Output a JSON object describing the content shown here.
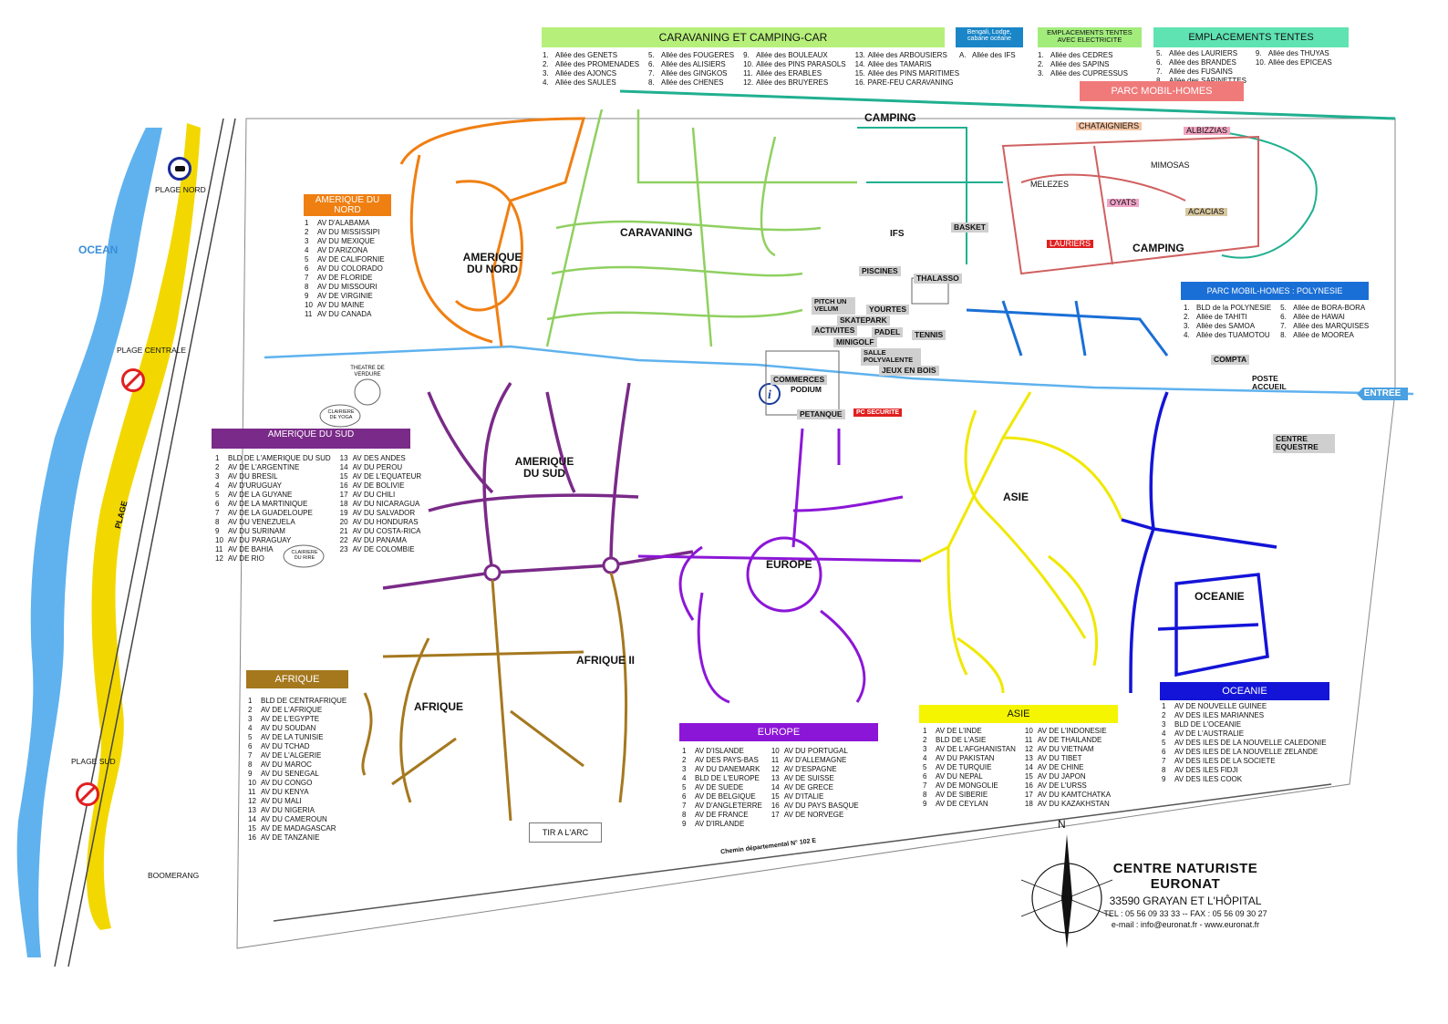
{
  "headers": {
    "caravaning_title": "CARAVANING ET CAMPING-CAR",
    "bengali_title": "Bengali, Lodge, cabane océane",
    "tentes_elec_title": "EMPLACEMENTS TENTES AVEC ELECTRICITE",
    "tentes_title": "EMPLACEMENTS TENTES",
    "parc_mobil_title": "PARC MOBIL-HOMES",
    "polynesie_title": "PARC MOBIL-HOMES : POLYNESIE"
  },
  "lists": {
    "caravaning": [
      [
        "1.",
        "Allée des GENETS"
      ],
      [
        "2.",
        "Allée des PROMENADES"
      ],
      [
        "3.",
        "Allée des AJONCS"
      ],
      [
        "4.",
        "Allée des SAULES"
      ],
      [
        "5.",
        "Allée des FOUGERES"
      ],
      [
        "6.",
        "Allée des ALISIERS"
      ],
      [
        "7.",
        "Allée des GINGKOS"
      ],
      [
        "8.",
        "Allée des CHENES"
      ],
      [
        "9.",
        "Allée des BOULEAUX"
      ],
      [
        "10.",
        "Allée des PINS PARASOLS"
      ],
      [
        "11.",
        "Allée des ERABLES"
      ],
      [
        "12.",
        "Allée des BRUYERES"
      ],
      [
        "13.",
        "Allée des ARBOUSIERS"
      ],
      [
        "14.",
        "Allée des TAMARIS"
      ],
      [
        "15.",
        "Allée des PINS MARITIMES"
      ],
      [
        "16.",
        "PARE-FEU CARAVANING"
      ]
    ],
    "bengali": [
      [
        "A.",
        "Allée des IFS"
      ]
    ],
    "tentes_elec": [
      [
        "1.",
        "Allée des CEDRES"
      ],
      [
        "2.",
        "Allée des SAPINS"
      ],
      [
        "3.",
        "Allée des CUPRESSUS"
      ]
    ],
    "tentes": [
      [
        "5.",
        "Allée des LAURIERS"
      ],
      [
        "6.",
        "Allée des BRANDES"
      ],
      [
        "7.",
        "Allée des FUSAINS"
      ],
      [
        "8.",
        "Allée des SAPINETTES"
      ],
      [
        "9.",
        "Allée des THUYAS"
      ],
      [
        "10.",
        "Allée des EPICEAS"
      ]
    ],
    "polynesie": [
      [
        "1.",
        "BLD de la POLYNESIE"
      ],
      [
        "2.",
        "Allée de TAHITI"
      ],
      [
        "3.",
        "Allée des SAMOA"
      ],
      [
        "4.",
        "Allée des TUAMOTOU"
      ],
      [
        "5.",
        "Allée de BORA-BORA"
      ],
      [
        "6.",
        "Allée de HAWAI"
      ],
      [
        "7.",
        "Allée des MARQUISES"
      ],
      [
        "8.",
        "Allée de MOOREA"
      ]
    ],
    "amerique_nord": [
      [
        "1",
        "AV D'ALABAMA"
      ],
      [
        "2",
        "AV DU MISSISSIPI"
      ],
      [
        "3",
        "AV DU MEXIQUE"
      ],
      [
        "4",
        "AV D'ARIZONA"
      ],
      [
        "5",
        "AV DE CALIFORNIE"
      ],
      [
        "6",
        "AV DU COLORADO"
      ],
      [
        "7",
        "AV DE FLORIDE"
      ],
      [
        "8",
        "AV DU MISSOURI"
      ],
      [
        "9",
        "AV DE VIRGINIE"
      ],
      [
        "10",
        "AV DU MAINE"
      ],
      [
        "11",
        "AV DU CANADA"
      ]
    ],
    "amerique_sud": [
      [
        "1",
        "BLD DE L'AMERIQUE DU SUD"
      ],
      [
        "2",
        "AV DE L'ARGENTINE"
      ],
      [
        "3",
        "AV DU BRESIL"
      ],
      [
        "4",
        "AV D'URUGUAY"
      ],
      [
        "5",
        "AV DE LA GUYANE"
      ],
      [
        "6",
        "AV DE LA MARTINIQUE"
      ],
      [
        "7",
        "AV DE LA GUADELOUPE"
      ],
      [
        "8",
        "AV DU VENEZUELA"
      ],
      [
        "9",
        "AV DU SURINAM"
      ],
      [
        "10",
        "AV DU PARAGUAY"
      ],
      [
        "11",
        "AV DE BAHIA"
      ],
      [
        "12",
        "AV DE RIO"
      ],
      [
        "13",
        "AV DES ANDES"
      ],
      [
        "14",
        "AV DU PEROU"
      ],
      [
        "15",
        "AV DE L'EQUATEUR"
      ],
      [
        "16",
        "AV DE BOLIVIE"
      ],
      [
        "17",
        "AV DU CHILI"
      ],
      [
        "18",
        "AV DU NICARAGUA"
      ],
      [
        "19",
        "AV DU SALVADOR"
      ],
      [
        "20",
        "AV DU HONDURAS"
      ],
      [
        "21",
        "AV DU COSTA-RICA"
      ],
      [
        "22",
        "AV DU PANAMA"
      ],
      [
        "23",
        "AV DE COLOMBIE"
      ]
    ],
    "afrique": [
      [
        "1",
        "BLD DE CENTRAFRIQUE"
      ],
      [
        "2",
        "AV DE L'AFRIQUE"
      ],
      [
        "3",
        "AV DE L'EGYPTE"
      ],
      [
        "4",
        "AV DU SOUDAN"
      ],
      [
        "5",
        "AV DE LA TUNISIE"
      ],
      [
        "6",
        "AV DU TCHAD"
      ],
      [
        "7",
        "AV DE L'ALGERIE"
      ],
      [
        "8",
        "AV DU MAROC"
      ],
      [
        "9",
        "AV DU SENEGAL"
      ],
      [
        "10",
        "AV DU CONGO"
      ],
      [
        "11",
        "AV DU KENYA"
      ],
      [
        "12",
        "AV DU MALI"
      ],
      [
        "13",
        "AV DU NIGERIA"
      ],
      [
        "14",
        "AV DU CAMEROUN"
      ],
      [
        "15",
        "AV DE MADAGASCAR"
      ],
      [
        "16",
        "AV DE TANZANIE"
      ]
    ],
    "europe": [
      [
        "1",
        "AV D'ISLANDE"
      ],
      [
        "2",
        "AV DES PAYS-BAS"
      ],
      [
        "3",
        "AV DU DANEMARK"
      ],
      [
        "4",
        "BLD DE L'EUROPE"
      ],
      [
        "5",
        "AV DE SUEDE"
      ],
      [
        "6",
        "AV DE BELGIQUE"
      ],
      [
        "7",
        "AV D'ANGLETERRE"
      ],
      [
        "8",
        "AV DE FRANCE"
      ],
      [
        "9",
        "AV D'IRLANDE"
      ],
      [
        "10",
        "AV DU PORTUGAL"
      ],
      [
        "11",
        "AV D'ALLEMAGNE"
      ],
      [
        "12",
        "AV D'ESPAGNE"
      ],
      [
        "13",
        "AV DE SUISSE"
      ],
      [
        "14",
        "AV DE GRECE"
      ],
      [
        "15",
        "AV D'ITALIE"
      ],
      [
        "16",
        "AV DU PAYS BASQUE"
      ],
      [
        "17",
        "AV DE NORVEGE"
      ]
    ],
    "asie": [
      [
        "1",
        "AV DE L'INDE"
      ],
      [
        "2",
        "BLD DE L'ASIE"
      ],
      [
        "3",
        "AV DE L'AFGHANISTAN"
      ],
      [
        "4",
        "AV DU PAKISTAN"
      ],
      [
        "5",
        "AV DE TURQUIE"
      ],
      [
        "6",
        "AV DU NEPAL"
      ],
      [
        "7",
        "AV DE MONGOLIE"
      ],
      [
        "8",
        "AV DE SIBERIE"
      ],
      [
        "9",
        "AV DE CEYLAN"
      ],
      [
        "10",
        "AV DE L'INDONESIE"
      ],
      [
        "11",
        "AV DE THAILANDE"
      ],
      [
        "12",
        "AV DU VIETNAM"
      ],
      [
        "13",
        "AV DU TIBET"
      ],
      [
        "14",
        "AV DE CHINE"
      ],
      [
        "15",
        "AV DU JAPON"
      ],
      [
        "16",
        "AV DE L'URSS"
      ],
      [
        "17",
        "AV DU KAMTCHATKA"
      ],
      [
        "18",
        "AV DU KAZAKHSTAN"
      ]
    ],
    "oceanie": [
      [
        "1",
        "AV DE NOUVELLE GUINEE"
      ],
      [
        "2",
        "AV DES ILES MARIANNES"
      ],
      [
        "3",
        "BLD DE L'OCEANIE"
      ],
      [
        "4",
        "AV DE L'AUSTRALIE"
      ],
      [
        "5",
        "AV DES ILES DE LA NOUVELLE CALEDONIE"
      ],
      [
        "6",
        "AV DES ILES DE LA NOUVELLE ZELANDE"
      ],
      [
        "7",
        "AV DES ILES DE LA SOCIETE"
      ],
      [
        "8",
        "AV DES ILES FIDJI"
      ],
      [
        "9",
        "AV DES ILES COOK"
      ]
    ]
  },
  "zone_headers": {
    "amerique_nord": "AMERIQUE DU NORD",
    "amerique_sud": "AMERIQUE DU SUD",
    "afrique": "AFRIQUE",
    "europe": "EUROPE",
    "asie": "ASIE",
    "oceanie": "OCEANIE"
  },
  "map_labels": {
    "ocean": "OCEAN",
    "plage": "PLAGE",
    "plage_nord": "PLAGE NORD",
    "plage_centrale": "PLAGE CENTRALE",
    "plage_sud": "PLAGE SUD",
    "amerique_nord": "AMERIQUE DU NORD",
    "amerique_sud": "AMERIQUE DU SUD",
    "afrique": "AFRIQUE",
    "afrique2": "AFRIQUE II",
    "europe": "EUROPE",
    "asie": "ASIE",
    "oceanie": "OCEANIE",
    "caravaning": "CARAVANING",
    "camping_top": "CAMPING",
    "camping_right": "CAMPING",
    "ifs": "IFS",
    "chataigniers": "CHATAIGNIERS",
    "albizzias": "ALBIZZIAS",
    "mimosas": "MIMOSAS",
    "melezes": "MELEZES",
    "oyats": "OYATS",
    "acacias": "ACACIAS",
    "lauriers": "LAURIERS",
    "theatre": "THEATRE DE VERDURE",
    "yoga": "CLAIRIERE DE YOGA",
    "jouer": "CLAIRIERE DU RIRE",
    "boomerang": "BOOMERANG",
    "tir_arc": "TIR A L'ARC",
    "route": "Chemin départemental N° 102 E",
    "north": "N"
  },
  "facilities": {
    "basket": "BASKET",
    "piscines": "PISCINES",
    "thalasso": "THALASSO",
    "pitch": "PITCH UN VELUM",
    "yourtes": "YOURTES",
    "skatepark": "SKATEPARK",
    "activites": "ACTIVITES",
    "padel": "PADEL",
    "tennis": "TENNIS",
    "minigolf": "MINIGOLF",
    "salle": "SALLE POLYVALENTE",
    "jeux": "JEUX EN BOIS",
    "commerces": "COMMERCES",
    "podium": "PODIUM",
    "petanque": "PETANQUE",
    "pc_securite": "PC SECURITE",
    "compta": "COMPTA",
    "poste_accueil": "POSTE ACCUEIL",
    "centre_equestre": "CENTRE EQUESTRE",
    "entree": "ENTREE"
  },
  "footer": {
    "name_line1": "CENTRE NATURISTE",
    "name_line2": "EURONAT",
    "address": "33590 GRAYAN ET L'HÔPITAL",
    "phone": "TEL : 05 56 09 33 33  --  FAX : 05 56 09 30 27",
    "contact": "e-mail : info@euronat.fr     -     www.euronat.fr"
  },
  "colors": {
    "caravaning": "#b6f07a",
    "bengali": "#1a86c8",
    "tentes_elec": "#a2ec7c",
    "tentes": "#5fe3b2",
    "parc_mobil": "#f07a7a",
    "polynesie": "#1a6fd6",
    "amerique_nord": "#f07f12",
    "amerique_sud": "#7a2a88",
    "afrique": "#a5781e",
    "europe": "#8c16d8",
    "asie": "#f5f500",
    "oceanie": "#1414d8",
    "ocean": "#5fb2ee",
    "beach": "#f2d800"
  },
  "icons": [
    "no-dogs-icon",
    "dogs-allowed-icon",
    "information-icon",
    "wheelchair-icon",
    "north-compass-icon"
  ]
}
